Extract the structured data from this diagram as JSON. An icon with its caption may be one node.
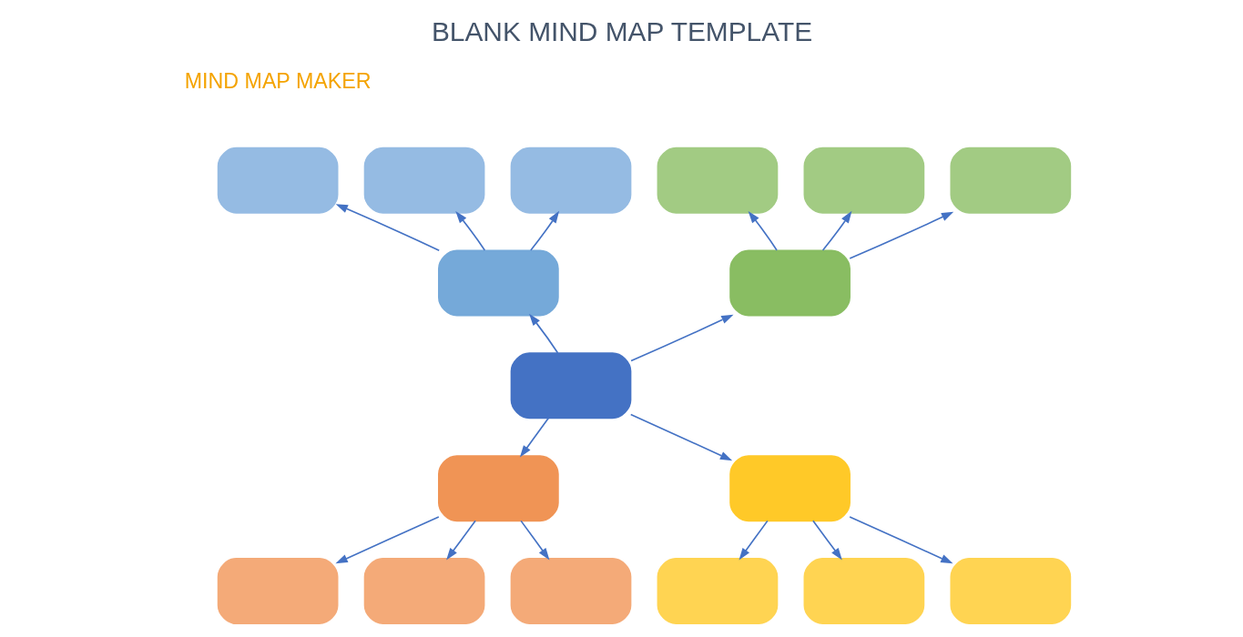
{
  "diagram": {
    "title": "BLANK MIND MAP TEMPLATE",
    "nodes": [
      {
        "text": [],
        "shape": "box"
      },
      {
        "text": [],
        "shape": "box"
      },
      {
        "text": [],
        "shape": "box"
      },
      {
        "text": [],
        "shape": "box"
      },
      {
        "text": [],
        "shape": "box"
      },
      {
        "text": [],
        "shape": "box"
      },
      {
        "text": [],
        "shape": "box"
      },
      {
        "text": [],
        "shape": "box"
      },
      {
        "text": [],
        "shape": "box"
      },
      {
        "text": [],
        "shape": "box"
      },
      {
        "text": [],
        "shape": "box"
      },
      {
        "text": [],
        "shape": "box"
      },
      {
        "text": [],
        "shape": "box"
      },
      {
        "text": [],
        "shape": "box"
      },
      {
        "text": [],
        "shape": "box"
      },
      {
        "text": [],
        "shape": "box"
      },
      {
        "text": [],
        "shape": "box"
      }
    ],
    "edges": [
      {
        "from": 8,
        "to": 6,
        "arrow": "to"
      },
      {
        "from": 8,
        "to": 7,
        "arrow": "to"
      },
      {
        "from": 8,
        "to": 9,
        "arrow": "to"
      },
      {
        "from": 8,
        "to": 10,
        "arrow": "to"
      },
      {
        "from": 6,
        "to": 0,
        "arrow": "to"
      },
      {
        "from": 6,
        "to": 1,
        "arrow": "to"
      },
      {
        "from": 6,
        "to": 2,
        "arrow": "to"
      },
      {
        "from": 7,
        "to": 3,
        "arrow": "to"
      },
      {
        "from": 7,
        "to": 4,
        "arrow": "to"
      },
      {
        "from": 7,
        "to": 5,
        "arrow": "to"
      },
      {
        "from": 9,
        "to": 11,
        "arrow": "to"
      },
      {
        "from": 9,
        "to": 12,
        "arrow": "to"
      },
      {
        "from": 9,
        "to": 13,
        "arrow": "to"
      },
      {
        "from": 10,
        "to": 14,
        "arrow": "to"
      },
      {
        "from": 10,
        "to": 15,
        "arrow": "to"
      },
      {
        "from": 10,
        "to": 16,
        "arrow": "to"
      }
    ],
    "labels": [
      "MIND MAP MAKER"
    ]
  }
}
